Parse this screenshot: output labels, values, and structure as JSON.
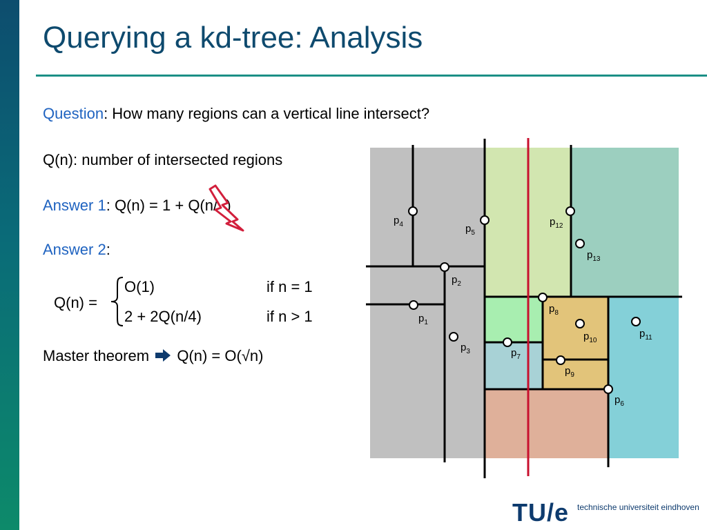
{
  "slide": {
    "title": "Querying a kd-tree: Analysis",
    "question_label": "Question",
    "question_text": ": How many regions can a vertical line intersect?",
    "q_definition": "Q(n): number of intersected regions",
    "answer1_label": "Answer 1",
    "answer1_text": ": Q(n) = 1 + Q(n/2)",
    "answer2_label": "Answer 2",
    "answer2_text": ":",
    "formula": {
      "lhs": "Q(n) =",
      "case1_expr": "O(1)",
      "case1_cond": "if n = 1",
      "case2_expr": "2 + 2Q(n/4)",
      "case2_cond": "if n > 1"
    },
    "master_prefix": "Master theorem",
    "master_result": "Q(n) = O(√n)",
    "icons": {
      "arrow": "right-arrow-icon",
      "wrong": "lightning-icon"
    },
    "colors": {
      "title": "#0e4a6e",
      "accent": "#1f63c0",
      "query_line": "#c8102e",
      "lightning": "#d21f3c"
    }
  },
  "diagram": {
    "points": [
      {
        "label": "p",
        "sub": "1"
      },
      {
        "label": "p",
        "sub": "2"
      },
      {
        "label": "p",
        "sub": "3"
      },
      {
        "label": "p",
        "sub": "4"
      },
      {
        "label": "p",
        "sub": "5"
      },
      {
        "label": "p",
        "sub": "6"
      },
      {
        "label": "p",
        "sub": "7"
      },
      {
        "label": "p",
        "sub": "8"
      },
      {
        "label": "p",
        "sub": "9"
      },
      {
        "label": "p",
        "sub": "10"
      },
      {
        "label": "p",
        "sub": "11"
      },
      {
        "label": "p",
        "sub": "12"
      },
      {
        "label": "p",
        "sub": "13"
      }
    ],
    "region_colors": {
      "gray": "#c0c0c0",
      "light_green": "#d2e6b0",
      "teal": "#9ccfbf",
      "bright_green": "#a8eeb0",
      "tan": "#e2c47a",
      "light_blue": "#a8d2d6",
      "cyan": "#84d0d8",
      "salmon": "#dfb09a"
    }
  },
  "logo": {
    "mark": "TU/e",
    "text": "technische universiteit eindhoven"
  }
}
